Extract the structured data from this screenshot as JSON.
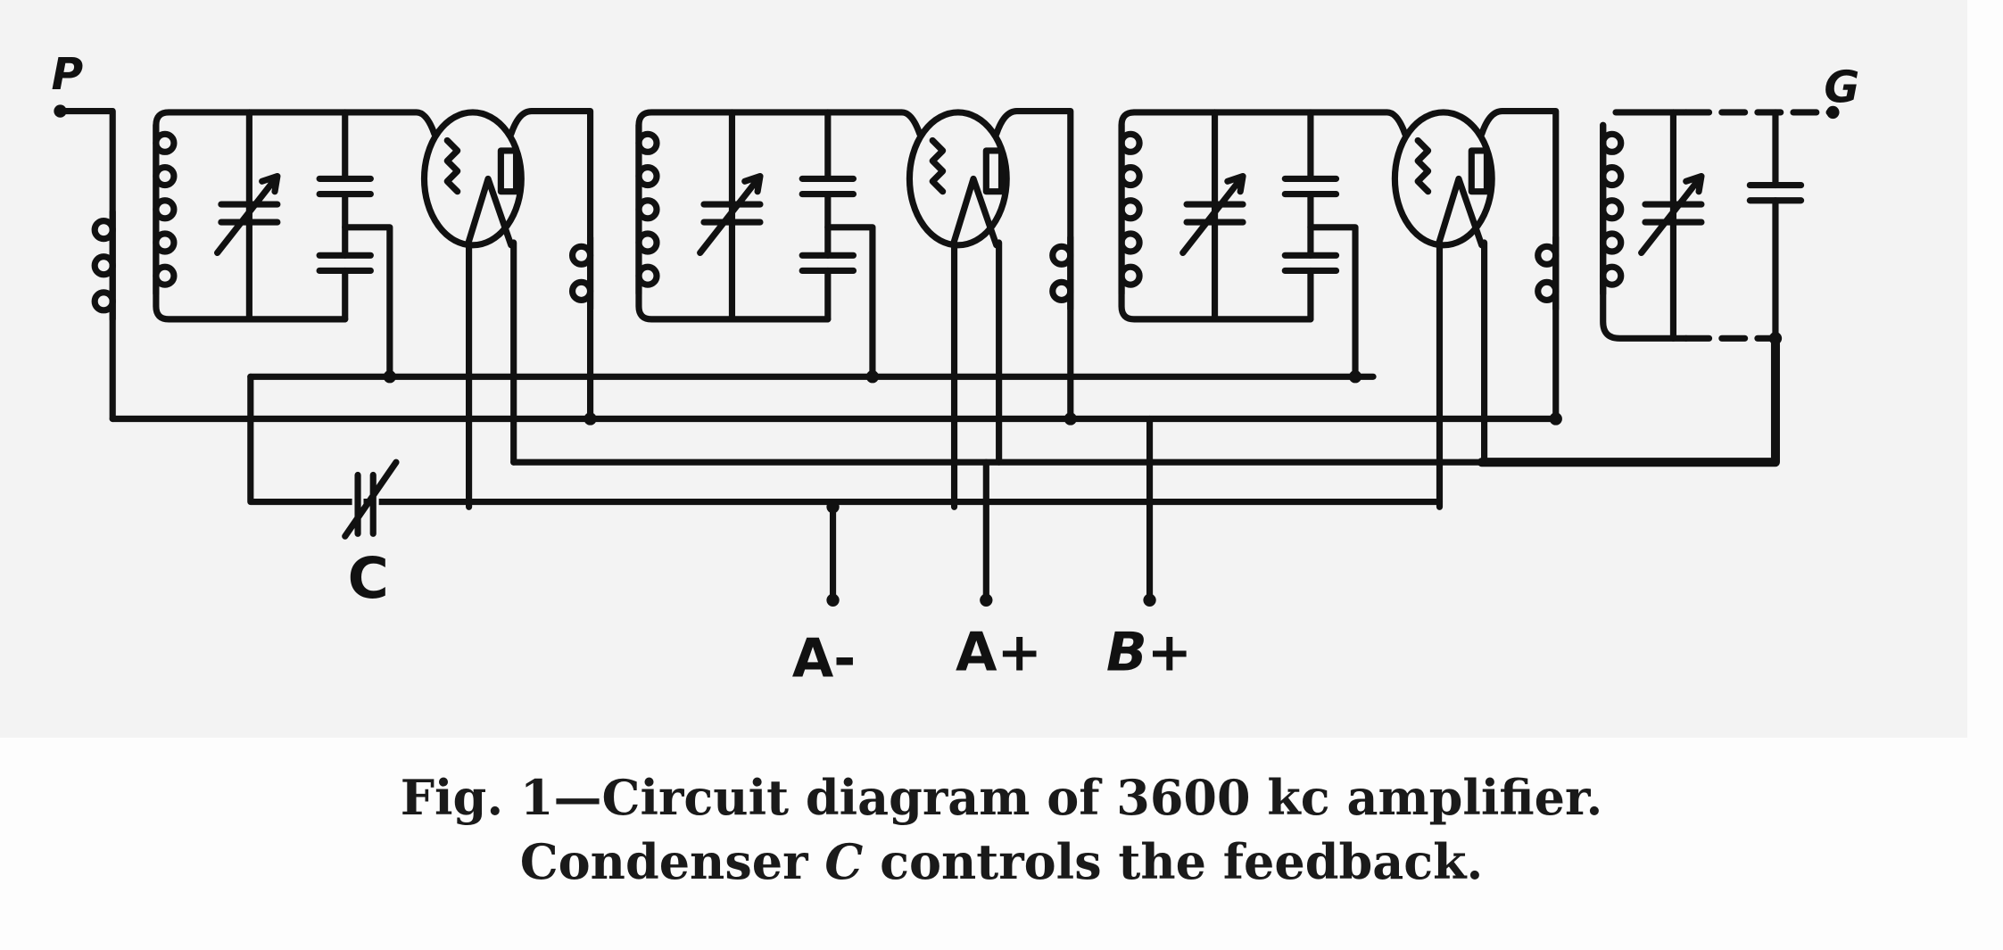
{
  "labels": {
    "p": "P",
    "g": "G",
    "c": "C",
    "a_minus": "A-",
    "a_plus": "A+",
    "b_plus": "B+"
  },
  "caption": {
    "line1": "Fig. 1—Circuit diagram of 3600 kc amplifier.",
    "line2_pre": "Condenser ",
    "line2_em": "C",
    "line2_post": " controls the feedback."
  },
  "stages": 3,
  "colors": {
    "ink": "#111111",
    "background": "#f3f3f3"
  }
}
